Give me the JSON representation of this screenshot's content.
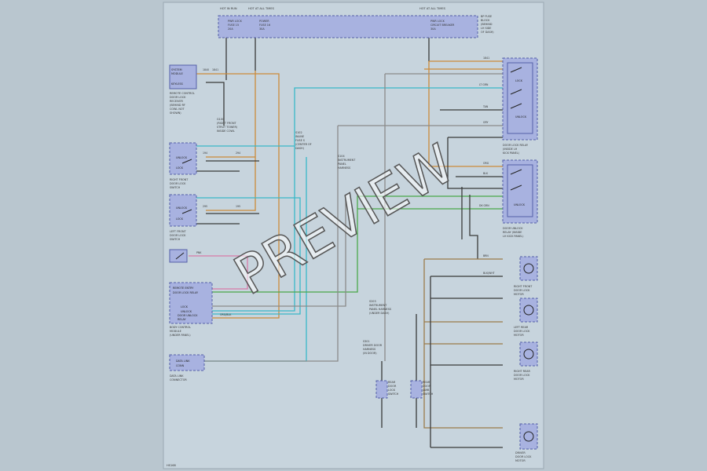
{
  "diagram": {
    "title": "",
    "watermark": "PREVIEW",
    "page_code": "HS168",
    "colors": {
      "background": "#b9c6cf",
      "paper": "#c7d4dd",
      "component_fill": "#a8b2e0",
      "component_stroke": "#5560a8",
      "wire_black": "#3a3a3a",
      "wire_orange": "#cc8a3a",
      "wire_cyan": "#38b8c8",
      "wire_green": "#4aa84a",
      "wire_pink": "#d87aa8",
      "wire_gray": "#8a8a8a",
      "wire_brown": "#9a7a4a"
    },
    "fuse_box": {
      "labels": [
        "HOT IN RUN",
        "HOT AT ALL TIMES",
        "HOT AT ALL TIMES"
      ],
      "right_note": [
        "BP FUSE",
        "BLOCK",
        "(BEHIND",
        "LH SIDE",
        "OF DASH)"
      ],
      "fuses": [
        {
          "name": "PWR LOCK",
          "line2": "FUSE 15",
          "line3": "20A"
        },
        {
          "name": "POWER",
          "line2": "FUSE 16",
          "line3": "30A"
        },
        {
          "name": "PWR LOCK",
          "line2": "CIRCUIT BREAKER",
          "line3": "30A"
        }
      ]
    },
    "left_components": [
      {
        "name": "REMOTE CONTROL",
        "sub": [
          "DOOR LOCK",
          "RECEIVER",
          "(BEHIND RF",
          "COWL NOT",
          "SHOWN)"
        ],
        "box": [
          "SYSTEM",
          "MODULE",
          "KEYLESS"
        ]
      },
      {
        "name": "RIGHT FRONT",
        "sub": [
          "DOOR LOCK",
          "SWITCH"
        ],
        "box": [
          "UNLOCK",
          "LOCK"
        ]
      },
      {
        "name": "LEFT FRONT",
        "sub": [
          "DOOR LOCK",
          "SWITCH"
        ],
        "box": [
          "UNLOCK",
          "LOCK"
        ]
      },
      {
        "name": "BODY CONTROL",
        "sub": [
          "MODULE",
          "(UNDER PANEL)"
        ],
        "box": [
          "REMOTE ENTRY",
          "DOOR LOCK RELAY",
          "LOCK",
          "UNLOCK",
          "DOOR UNLOCK",
          "RELAY"
        ]
      },
      {
        "name": "DATA LINK",
        "sub": [
          "CONNECTOR"
        ],
        "box": [
          "DATA LINK",
          "CONN"
        ]
      }
    ],
    "ground_note": [
      "G100",
      "(RIGHT FRONT",
      "STRUT TOWER)",
      "INSIDE COWL"
    ],
    "splice_notes": [
      {
        "lines": [
          "S102",
          "INLINE",
          "FUSE S",
          "(CENTER OF",
          "DASH)"
        ]
      },
      {
        "lines": [
          "S104",
          "INSTRUMENT",
          "PANEL",
          "HARNESS"
        ]
      },
      {
        "lines": [
          "S203",
          "INSTRUMENT",
          "PANEL HARNESS",
          "(UNDER DASH)"
        ]
      },
      {
        "lines": [
          "S301",
          "DRIVER DOOR",
          "HARNESS",
          "(IN DOOR)"
        ]
      }
    ],
    "right_components": [
      {
        "name": "DOOR LOCK RELAY",
        "sub": [
          "(INSIDE LH",
          "KICK PANEL)"
        ],
        "switches": [
          "LOCK",
          "UNLOCK"
        ]
      },
      {
        "name": "DOOR UNLOCK",
        "sub": [
          "RELAY (INSIDE",
          "LH KICK PANEL)"
        ],
        "switches": [
          "UNLOCK"
        ]
      },
      {
        "name": "RIGHT FRONT",
        "sub": [
          "DOOR LOCK",
          "MOTOR"
        ]
      },
      {
        "name": "LEFT REAR",
        "sub": [
          "DOOR LOCK",
          "MOTOR"
        ]
      },
      {
        "name": "RIGHT REAR",
        "sub": [
          "DOOR LOCK",
          "MOTOR"
        ]
      },
      {
        "name": "DRIVER",
        "sub": [
          "DOOR LOCK",
          "MOTOR"
        ]
      }
    ],
    "jamb_switches": [
      {
        "name": "REAR",
        "sub": [
          "DOOR",
          "LOCK",
          "SWITCH"
        ]
      },
      {
        "name": "REAR",
        "sub": [
          "DOOR",
          "JAMB",
          "SWITCH"
        ]
      }
    ],
    "wire_labels": [
      "1840",
      "1841",
      "194",
      "294",
      "295",
      "195",
      "1841",
      "LT GRN",
      "ORG",
      "BLK",
      "DK GRN",
      "GRY",
      "PNK",
      "TAN",
      "BRN",
      "BLK/WHT",
      "ORG/BLK"
    ]
  }
}
